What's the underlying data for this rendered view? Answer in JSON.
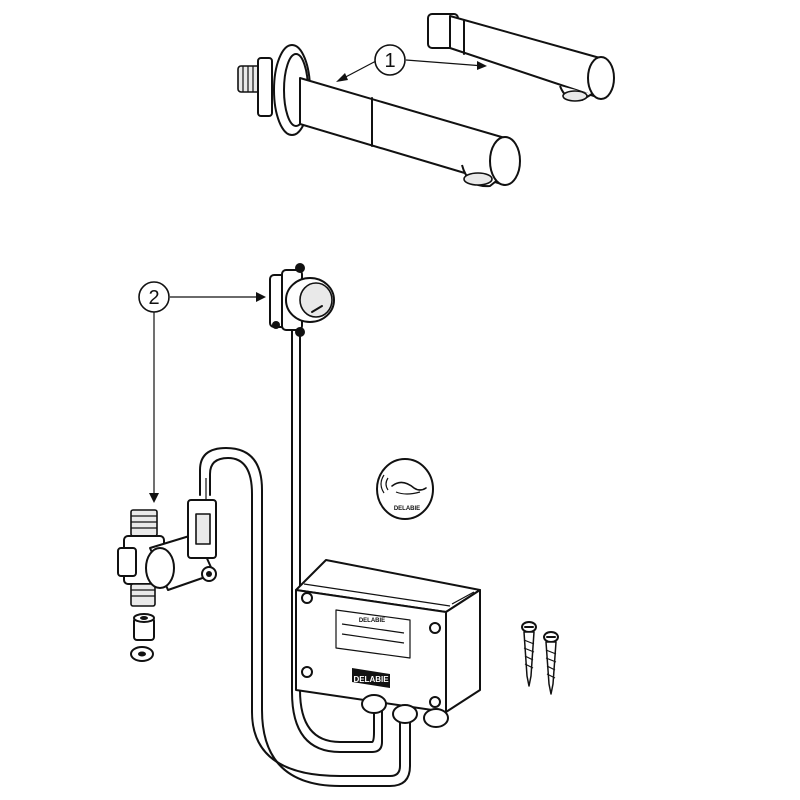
{
  "callouts": [
    {
      "id": "1",
      "label": "1"
    },
    {
      "id": "2",
      "label": "2"
    }
  ],
  "brand": {
    "name": "DELABIE"
  },
  "colors": {
    "line": "#111111",
    "fill": "#ffffff",
    "shade": "#e9e9e9"
  }
}
